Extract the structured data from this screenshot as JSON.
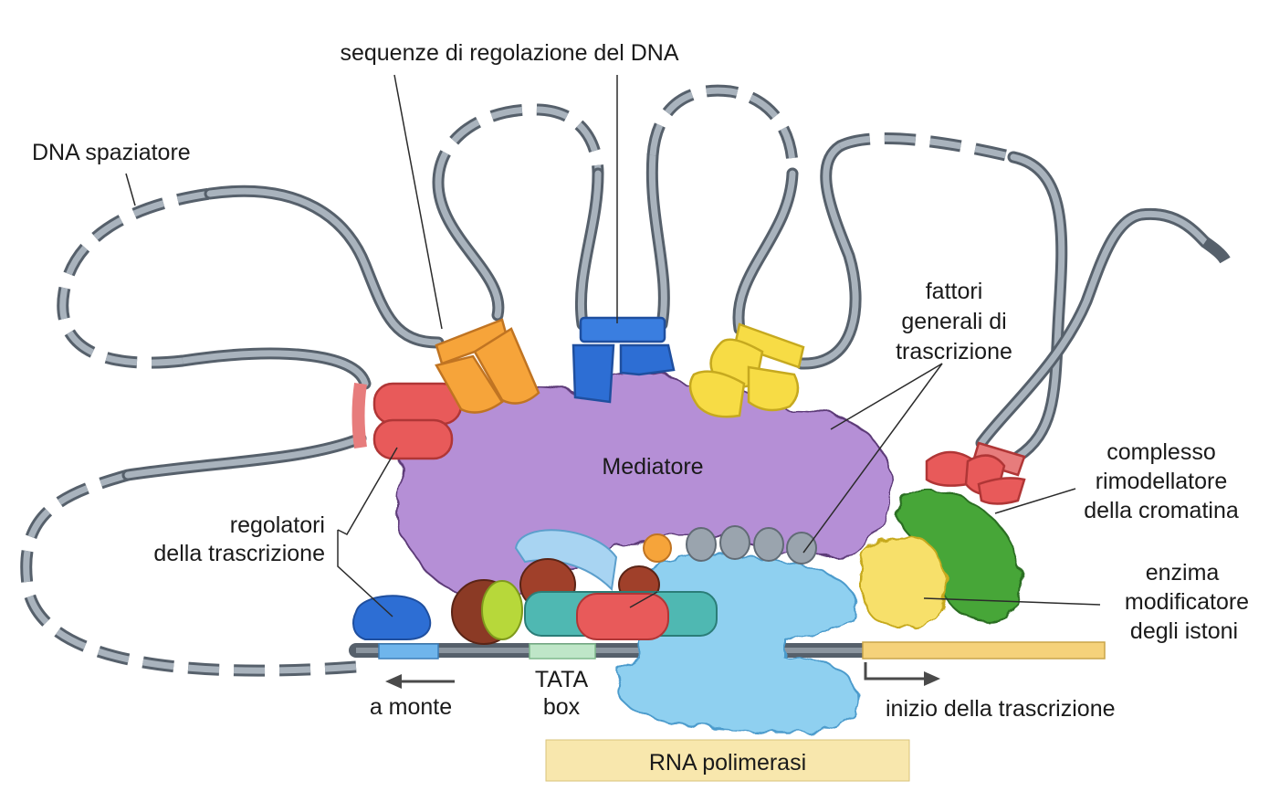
{
  "title": "",
  "labels": {
    "dna_spacer": "DNA spaziatore",
    "regulatory_sequences": "sequenze di regolazione del DNA",
    "general_factors": [
      "fattori",
      "generali di",
      "trascrizione"
    ],
    "chromatin_remodeling": [
      "complesso",
      "rimodellatore",
      "della cromatina"
    ],
    "histone_enzyme": [
      "enzima",
      "modificatore",
      "degli istoni"
    ],
    "transcription_regulators": [
      "regolatori",
      "della trascrizione"
    ],
    "mediator": "Mediatore",
    "tata_box": [
      "TATA",
      "box"
    ],
    "upstream": "a monte",
    "transcription_start": "inizio della trascrizione",
    "rna_polymerase": "RNA polimerasi"
  },
  "colors": {
    "dna": "#56606b",
    "mediator": "#b58fd6",
    "regulator_red": "#e85a5a",
    "regulator_orange": "#f6a43a",
    "regulator_blue": "#2d6ed4",
    "regulator_yellow": "#f7dc45",
    "remodeler_green": "#46a637",
    "histone_enzyme": "#f7e06a",
    "rna_polymerase": "#8fd0f0",
    "tata_box": "#bfe6c8",
    "transcribed_region": "#f5d27a"
  }
}
